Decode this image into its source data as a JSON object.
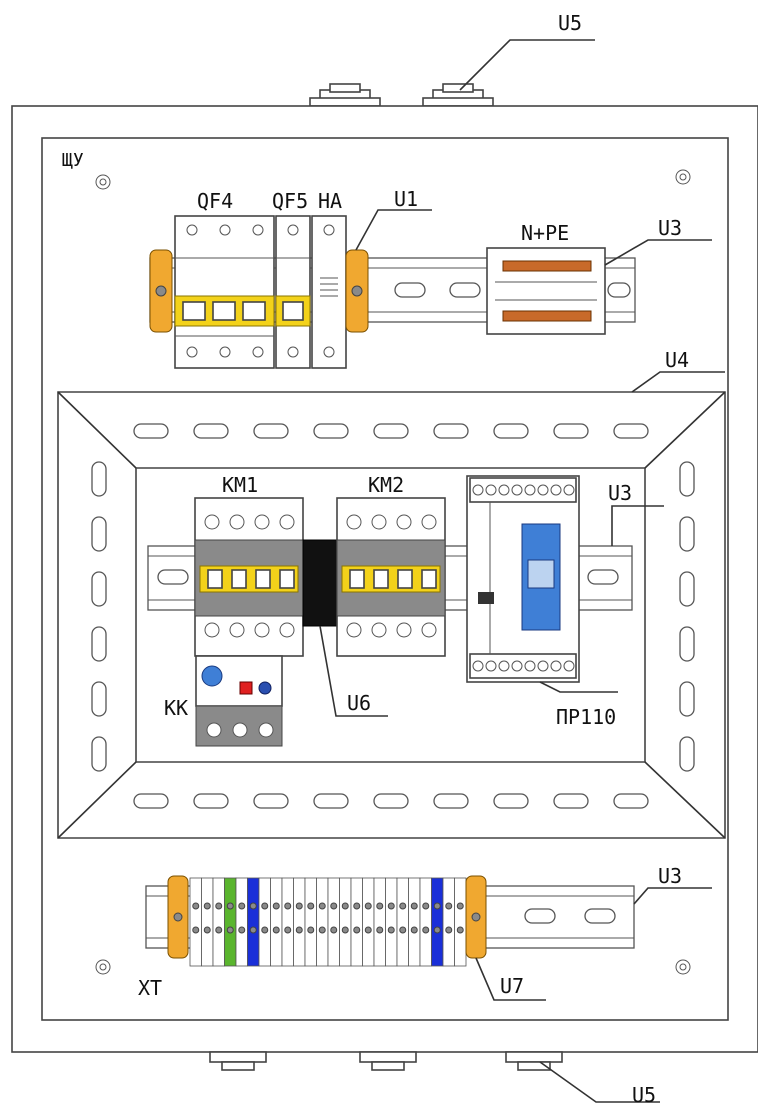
{
  "labels": {
    "shchu": "ЩУ",
    "qf4": "QF4",
    "qf5": "QF5",
    "ha": "HA",
    "u1": "U1",
    "npe": "N+PE",
    "u3": "U3",
    "u4": "U4",
    "km1": "KM1",
    "km2": "KM2",
    "kk": "KK",
    "u6": "U6",
    "pr110": "ПР110",
    "xt": "XT",
    "u7": "U7",
    "u5": "U5"
  },
  "colors": {
    "yellow": "#f3d21a",
    "orange": "#f0a830",
    "blue": "#1a2fd8",
    "green": "#5ab52e",
    "black": "#111111",
    "grey": "#8a8a8a",
    "relay_blue": "#3f7fd6",
    "red": "#e02020"
  },
  "terminal_block": {
    "count": 24,
    "special": [
      {
        "index": 3,
        "color": "green"
      },
      {
        "index": 5,
        "color": "blue"
      },
      {
        "index": 21,
        "color": "blue"
      }
    ]
  }
}
